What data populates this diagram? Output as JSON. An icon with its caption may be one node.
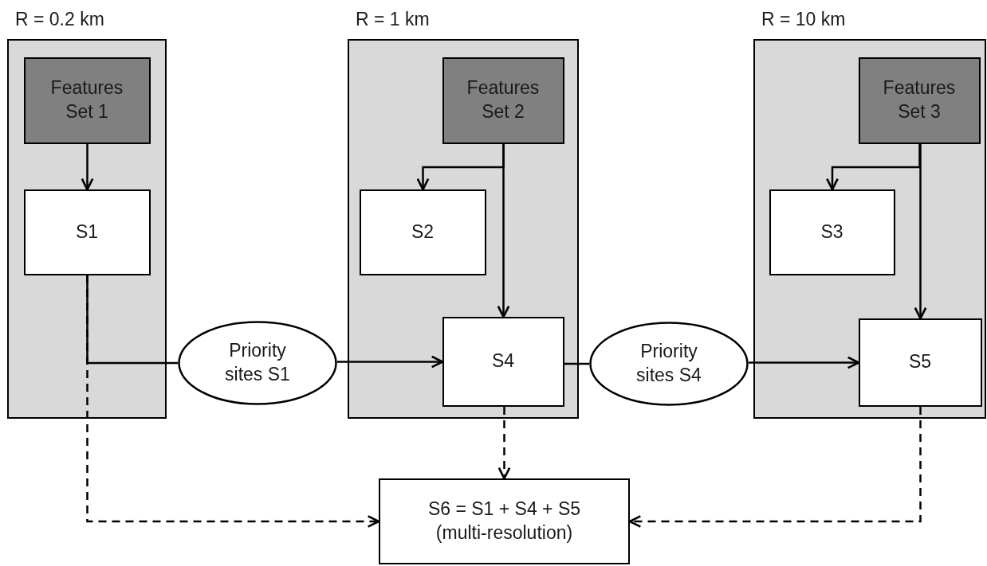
{
  "diagram": {
    "nodes": [
      {
        "text": [
          "R = 0.2 km"
        ]
      },
      {
        "text": [
          "Features Set 1"
        ],
        "in": 0
      },
      {
        "text": [
          "S1"
        ],
        "in": 0
      },
      {
        "text": [
          "R = 1 km"
        ]
      },
      {
        "text": [
          "Features Set 2"
        ],
        "in": 3
      },
      {
        "text": [
          "S2"
        ],
        "in": 3
      },
      {
        "text": [
          "S4"
        ],
        "in": 3
      },
      {
        "text": [
          "R = 10 km"
        ]
      },
      {
        "text": [
          "Features Set 3"
        ],
        "in": 7
      },
      {
        "text": [
          "S3"
        ],
        "in": 7
      },
      {
        "text": [
          "S5"
        ],
        "in": 7
      },
      {
        "text": [
          "Priority sites S1"
        ]
      },
      {
        "text": [
          "Priority sites S4"
        ]
      },
      {
        "text": [
          "S6 = S1 + S4 + S5",
          "(multi-resolution)"
        ]
      }
    ],
    "edges": [
      {
        "from": 1,
        "to": 2,
        "arrow": "to"
      },
      {
        "from": 4,
        "to": 5,
        "arrow": "to"
      },
      {
        "from": 4,
        "to": 6,
        "arrow": "to"
      },
      {
        "from": 8,
        "to": 9,
        "arrow": "to"
      },
      {
        "from": 8,
        "to": 10,
        "arrow": "to"
      },
      {
        "from": 2,
        "to": 11,
        "arrow": "none"
      },
      {
        "from": 11,
        "to": 6,
        "arrow": "to"
      },
      {
        "from": 6,
        "to": 12,
        "arrow": "none"
      },
      {
        "from": 12,
        "to": 10,
        "arrow": "to"
      },
      {
        "from": 2,
        "to": 13,
        "arrow": "to",
        "style": "dashed"
      },
      {
        "from": 6,
        "to": 13,
        "arrow": "to",
        "style": "dashed"
      },
      {
        "from": 10,
        "to": 13,
        "arrow": "to",
        "style": "dashed"
      }
    ]
  }
}
